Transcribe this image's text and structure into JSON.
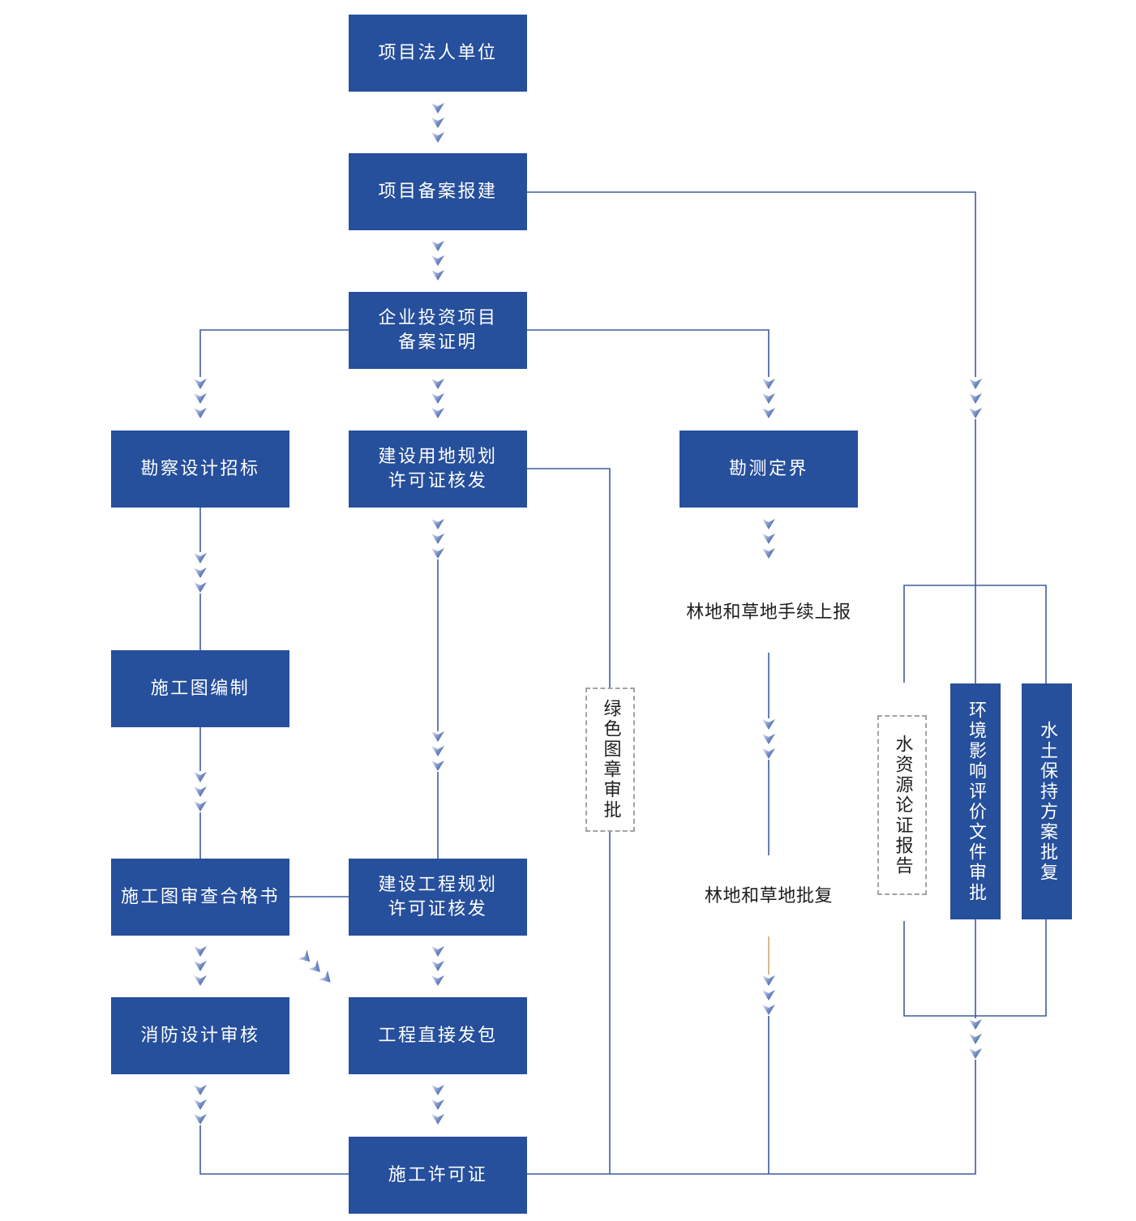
{
  "nodes": {
    "legal_entity": {
      "lines": [
        "项目法人单位"
      ]
    },
    "project_filing": {
      "lines": [
        "项目备案报建"
      ]
    },
    "investment_certificate": {
      "lines": [
        "企业投资项目",
        "备案证明"
      ]
    },
    "survey_design_bidding": {
      "lines": [
        "勘察设计招标"
      ]
    },
    "land_use_permit": {
      "lines": [
        "建设用地规划",
        "许可证核发"
      ]
    },
    "survey_boundary": {
      "lines": [
        "勘测定界"
      ]
    },
    "construction_drawing": {
      "lines": [
        "施工图编制"
      ]
    },
    "drawing_review_certificate": {
      "lines": [
        "施工图审查合格书"
      ]
    },
    "engineering_permit": {
      "lines": [
        "建设工程规划",
        "许可证核发"
      ]
    },
    "fire_design_review": {
      "lines": [
        "消防设计审核"
      ]
    },
    "direct_contracting": {
      "lines": [
        "工程直接发包"
      ]
    },
    "construction_permit": {
      "lines": [
        "施工许可证"
      ]
    },
    "green_stamp_approval": {
      "text": "绿色图章审批"
    },
    "water_resource_report": {
      "text": "水资源论证报告"
    },
    "eia_approval": {
      "text": "环境影响评价文件审批"
    },
    "soil_water_plan": {
      "text": "水土保持方案批复"
    },
    "forest_grass_submission": {
      "text": "林地和草地手续上报"
    },
    "forest_grass_approval": {
      "text": "林地和草地批复"
    }
  },
  "icons": {
    "flow_arrow": "down-arrow-icon"
  },
  "colors": {
    "box_fill": "#264f9c",
    "connector": "#3e5d9e",
    "dashed_border": "#a3a3a3",
    "tan_connector": "#c9ab6b",
    "arrow_light": "#e2e5f2",
    "arrow_mid": "#7d93c8",
    "arrow_dark": "#2f54a0",
    "label_text": "#1e1e1e"
  }
}
